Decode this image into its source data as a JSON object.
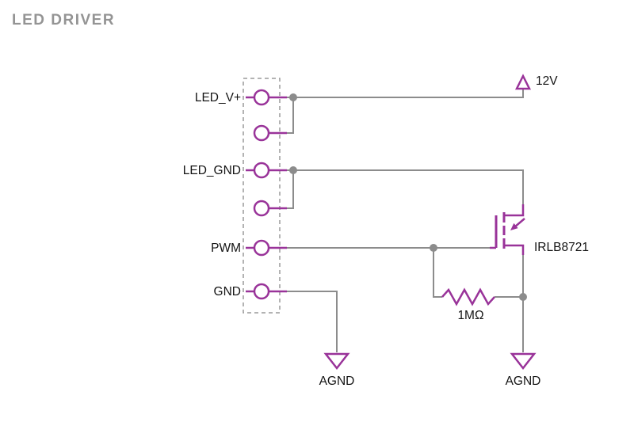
{
  "title": "LED DRIVER",
  "colors": {
    "component": "#993399",
    "wire": "#8c8c8c",
    "text": "#141414",
    "title": "#949494",
    "background": "#ffffff"
  },
  "connector": {
    "pin_count": 6,
    "pin_labels": {
      "pin1": "LED_V+",
      "pin3": "LED_GND",
      "pin5": "PWM",
      "pin6": "GND"
    }
  },
  "power": {
    "supply_label": "12V"
  },
  "mosfet": {
    "label": "IRLB8721"
  },
  "resistor": {
    "label": "1MΩ"
  },
  "grounds": {
    "left": "AGND",
    "right": "AGND"
  }
}
